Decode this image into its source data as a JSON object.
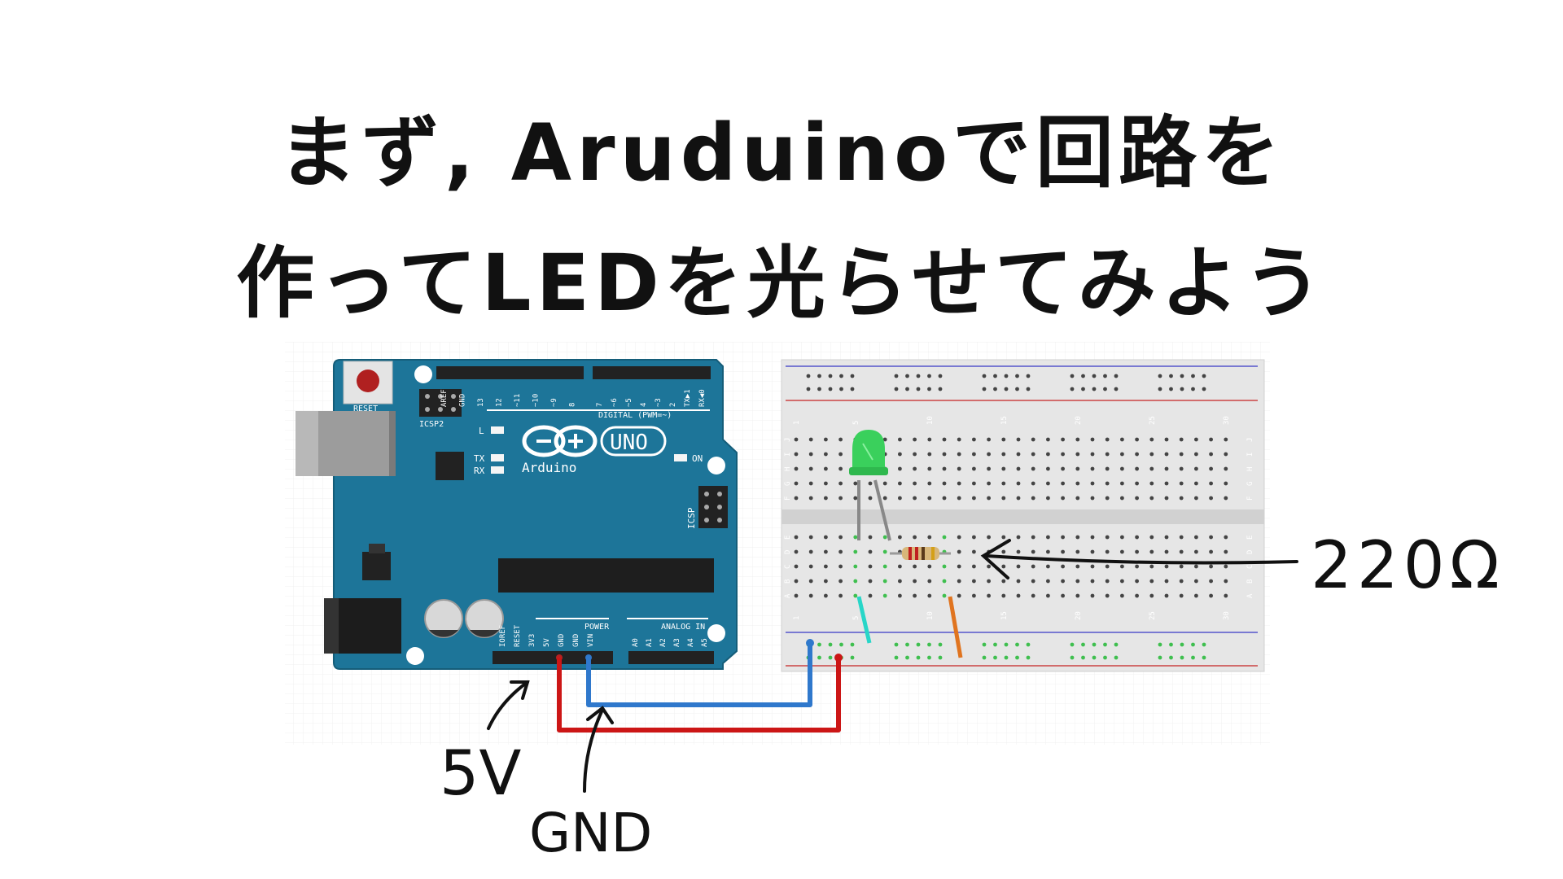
{
  "title": {
    "line1": "まず, Aruduinoで回路を",
    "line2": "作ってLEDを光らせてみよう"
  },
  "labels": {
    "five_volt": "5V",
    "ground": "GND",
    "resistor": "220Ω"
  },
  "arduino": {
    "brand": "Arduino",
    "model": "UNO",
    "reset": "RESET",
    "icsp2": "ICSP2",
    "icsp": "ICSP",
    "digital": "DIGITAL (PWM=~)",
    "power": "POWER",
    "analog_in": "ANALOG IN",
    "led_l": "L",
    "tx": "TX",
    "rx": "RX",
    "on": "ON",
    "digital_pins": [
      "AREF",
      "GND",
      "13",
      "12",
      "~11",
      "~10",
      "~9",
      "8",
      "7",
      "~6",
      "~5",
      "4",
      "~3",
      "2",
      "TX▶1",
      "RX◀0"
    ],
    "power_pins": [
      "IOREF",
      "RESET",
      "3V3",
      "5V",
      "GND",
      "GND",
      "VIN"
    ],
    "analog_pins": [
      "A0",
      "A1",
      "A2",
      "A3",
      "A4",
      "A5"
    ]
  },
  "breadboard": {
    "column_numbers": [
      "1",
      "5",
      "10",
      "15",
      "20",
      "25",
      "30"
    ],
    "row_letters_top": [
      "J",
      "I",
      "H",
      "G",
      "F"
    ],
    "row_letters_bottom": [
      "E",
      "D",
      "C",
      "B",
      "A"
    ]
  },
  "colors": {
    "board": "#1d7599",
    "wire_5v": "#cc1616",
    "wire_gnd": "#2f78cc",
    "led": "#3ad05c",
    "jumper_cyan": "#28d6c8",
    "jumper_orange": "#e0741f",
    "breadboard": "#e6e6e6"
  }
}
